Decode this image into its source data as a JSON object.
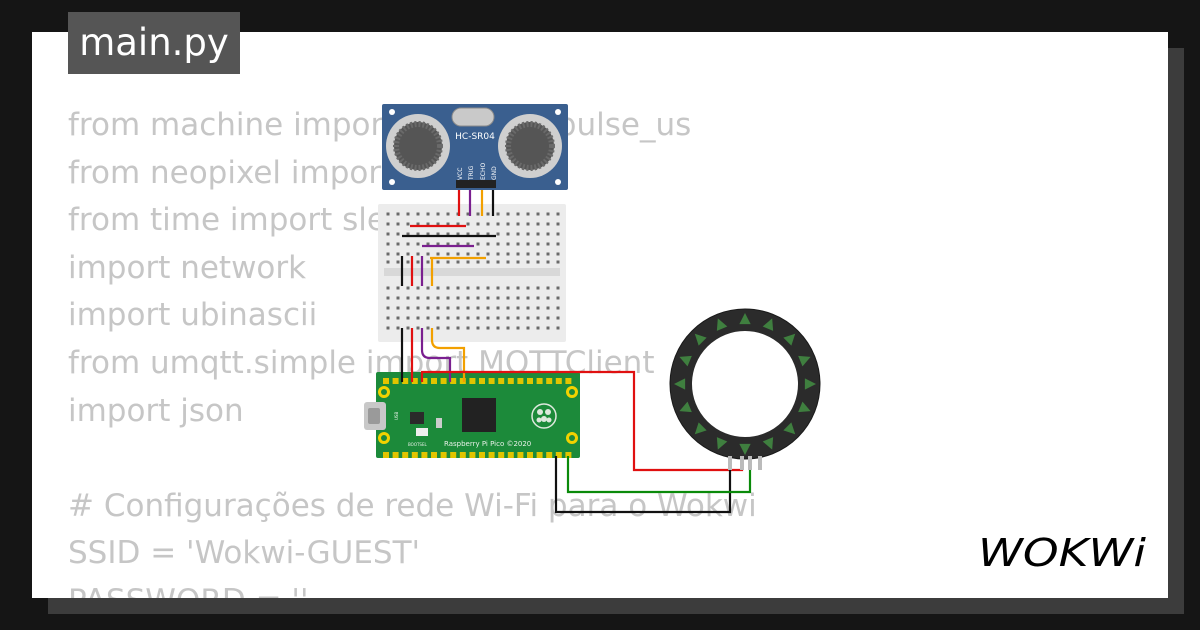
{
  "file_tab": {
    "title": "main.py"
  },
  "code_lines": [
    "from machine import Pin, time_pulse_us",
    "from neopixel import NeoPixel",
    "from time import sleep",
    "import network",
    "import ubinascii",
    "from umqtt.simple import MQTTClient",
    "import json",
    "",
    "# Configurações de rede Wi-Fi para o Wokwi",
    "SSID = 'Wokwi-GUEST'",
    "PASSWORD = ''"
  ],
  "sensor": {
    "label": "HC-SR04",
    "pins": [
      "VCC",
      "TRIG",
      "ECHO",
      "GND"
    ]
  },
  "pico": {
    "label": "Raspberry Pi Pico ©2020",
    "bootsel_label": "BOOTSEL",
    "usb_label": "USB"
  },
  "logo": {
    "text": "WOKWi"
  },
  "colors": {
    "page_background": "#151515",
    "card": "#ffffff",
    "code_text": "#c6c6c6",
    "tab_background": "#555555",
    "sensor_board": "#3a5f8f",
    "pico_board": "#1c8a3a",
    "neopixel_ring": "#2b2b2b",
    "neopixel_led": "#3f7f3f",
    "wire_red": "#e01010",
    "wire_black": "#111111",
    "wire_purple": "#7a1f8f",
    "wire_orange": "#f2a000",
    "wire_green": "#0a8a0a"
  }
}
